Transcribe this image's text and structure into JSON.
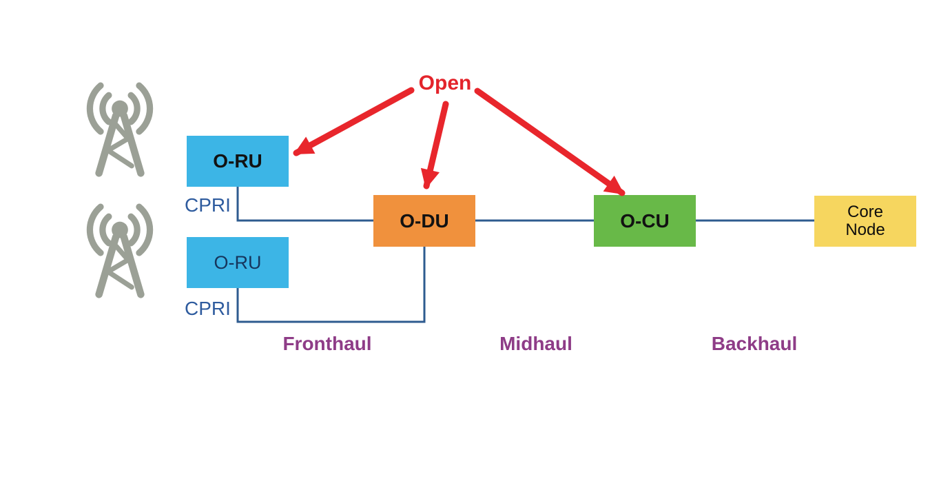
{
  "diagram": {
    "annotation": {
      "open_label": "Open",
      "arrow_color": "#E8262C",
      "arrow_targets": [
        "oru_top",
        "odu",
        "ocu"
      ]
    },
    "nodes": {
      "oru_top": {
        "label": "O-RU",
        "fill": "#3CB5E6"
      },
      "oru_bottom": {
        "label": "O-RU",
        "fill": "#3CB5E6"
      },
      "odu": {
        "label": "O-DU",
        "fill": "#F0913D"
      },
      "ocu": {
        "label": "O-CU",
        "fill": "#68B948"
      },
      "core_node": {
        "label_line1": "Core",
        "label_line2": "Node",
        "fill": "#F6D65F"
      }
    },
    "interfaces": {
      "cpri_top": "CPRI",
      "cpri_bottom": "CPRI",
      "text_color": "#2E5B9E"
    },
    "segments": {
      "fronthaul": "Fronthaul",
      "midhaul": "Midhaul",
      "backhaul": "Backhaul",
      "text_color": "#8E3C87"
    },
    "connectors": {
      "color": "#2E5B8F"
    },
    "icons": {
      "tower_icon_name": "radio-tower-icon",
      "tower_color": "#9BA096"
    }
  }
}
